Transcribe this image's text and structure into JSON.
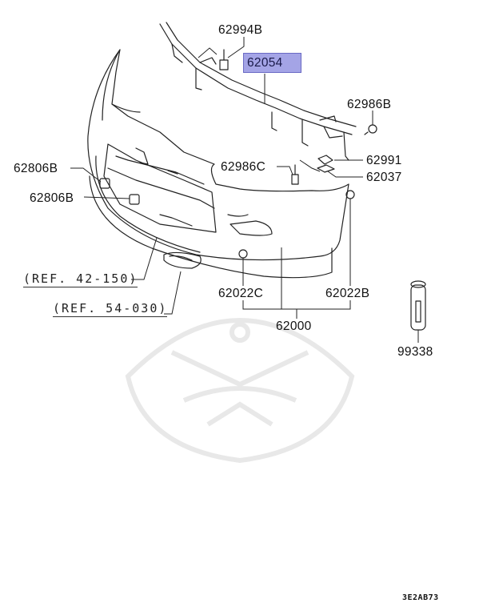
{
  "diagram": {
    "type": "exploded parts diagram",
    "subject": "Front bumper assembly",
    "highlighted_part": "62054",
    "highlight_color": "#a4a4e6",
    "diagram_code": "3E2AB73",
    "watermark": "samurai-helmet-logo"
  },
  "parts": {
    "p62994B": "62994B",
    "p62054": "62054",
    "p62986B": "62986B",
    "p62991": "62991",
    "p62037": "62037",
    "p62986C": "62986C",
    "p62806B_1": "62806B",
    "p62806B_2": "62806B",
    "p62022C": "62022C",
    "p62022B": "62022B",
    "p62000": "62000",
    "p99338": "99338"
  },
  "references": {
    "ref1": "(REF. 42-150)",
    "ref2": "(REF. 54-030)"
  }
}
